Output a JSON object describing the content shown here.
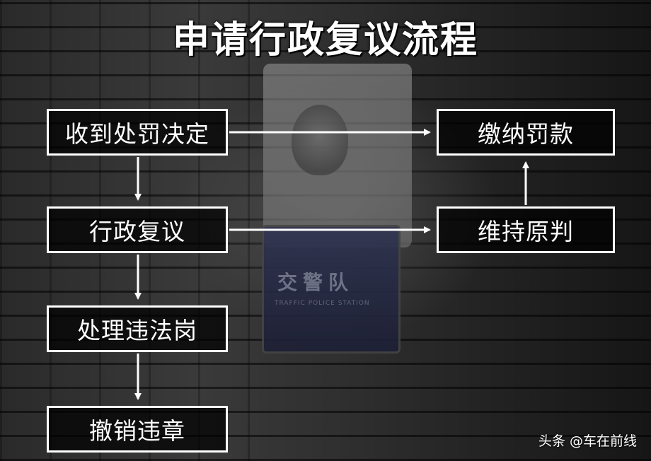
{
  "title": "申请行政复议流程",
  "background": {
    "sign_text": "交警队",
    "sign_subtext": "TRAFFIC POLICE STATION"
  },
  "flow": {
    "receive_decision": "收到处罚决定",
    "administrative_review": "行政复议",
    "handle_at_violation_post": "处理违法岗",
    "revoke_violation": "撤销违章",
    "pay_fine": "缴纳罚款",
    "uphold_original": "维持原判"
  },
  "colors": {
    "box_border": "#ffffff",
    "text": "#ffffff",
    "arrow": "#ffffff"
  },
  "watermark": "头条 @车在前线"
}
